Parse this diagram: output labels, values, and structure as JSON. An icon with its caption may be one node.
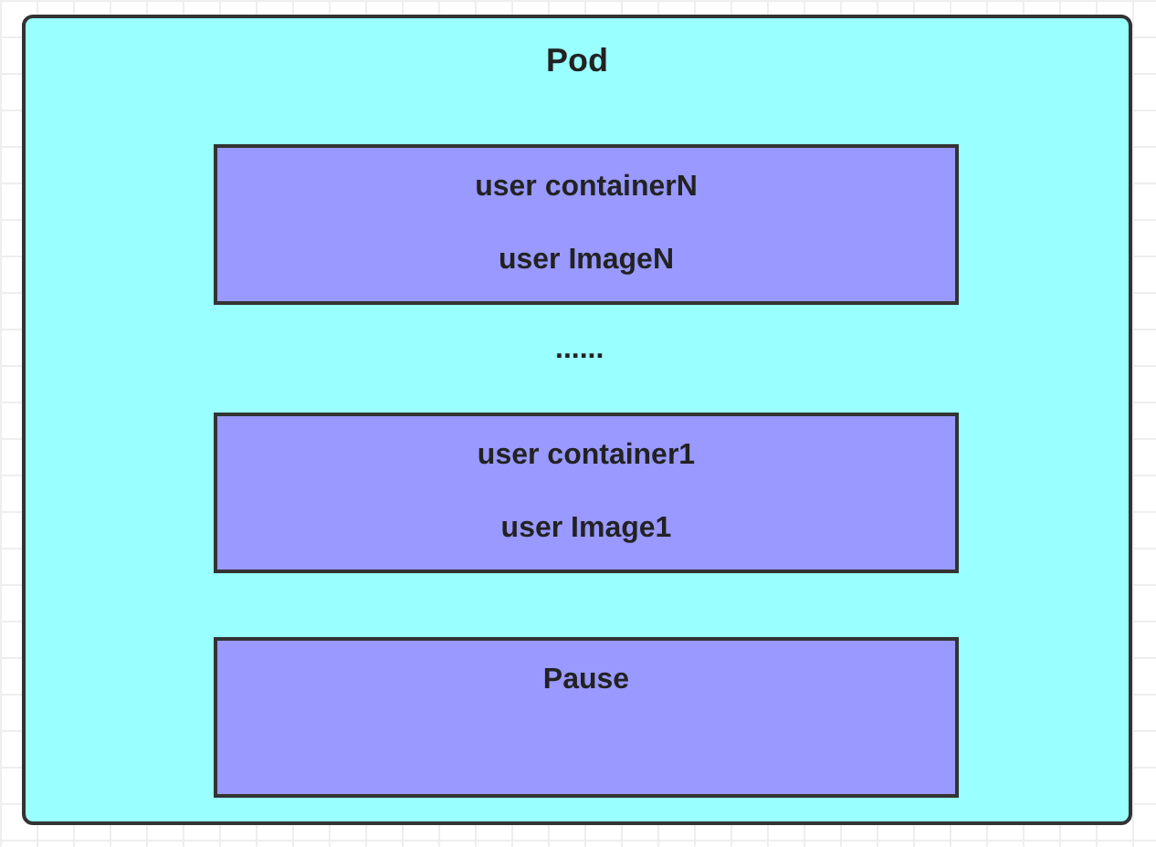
{
  "diagram": {
    "nodes": [
      {
        "text": [
          "Pod"
        ]
      },
      {
        "text": [
          "user containerN",
          "user ImageN"
        ],
        "in": 0
      },
      {
        "text": [
          "user container1",
          "user Image1"
        ],
        "in": 0
      },
      {
        "text": [
          "Pause"
        ],
        "in": 0
      }
    ],
    "labels": [
      "......"
    ]
  }
}
